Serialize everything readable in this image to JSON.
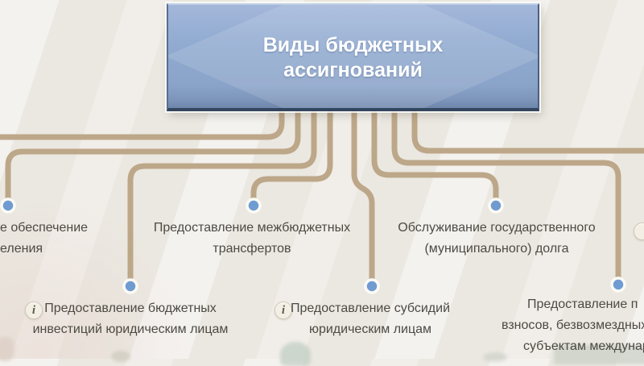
{
  "header": {
    "title_line1": "Виды бюджетных",
    "title_line2": "ассигнований"
  },
  "icons": {
    "info_glyph": "i"
  },
  "nodes": {
    "social_support": {
      "line1": "е обеспечение",
      "line2": "еления"
    },
    "transfers": {
      "line1": "Предоставление межбюджетных",
      "line2": "трансфертов"
    },
    "debt_service": {
      "line1": "Обслуживание государственного",
      "line2": "(муниципального) долга"
    },
    "investments": {
      "line1": "Предоставление бюджетных",
      "line2": "инвестиций юридическим лицам"
    },
    "subsidies": {
      "line1": "Предоставление субсидий",
      "line2": "юридическим лицам"
    },
    "payments": {
      "line1": "Предоставление п",
      "line2": "взносов, безвозмездных",
      "line3": "субъектам междунар"
    }
  },
  "colors": {
    "background": "#ebe8e1",
    "box_fill": "#90aad0",
    "box_fill_light": "#a6badd",
    "box_edge_dark": "#33455f",
    "connector": "#bda789",
    "dot_fill": "#6f9bd1",
    "dot_ring": "#fbfaf5",
    "text": "#4c4a42",
    "title_text": "#ffffff",
    "info_icon_bg": "#f3efe5",
    "info_icon_border": "#d2c9b6"
  }
}
